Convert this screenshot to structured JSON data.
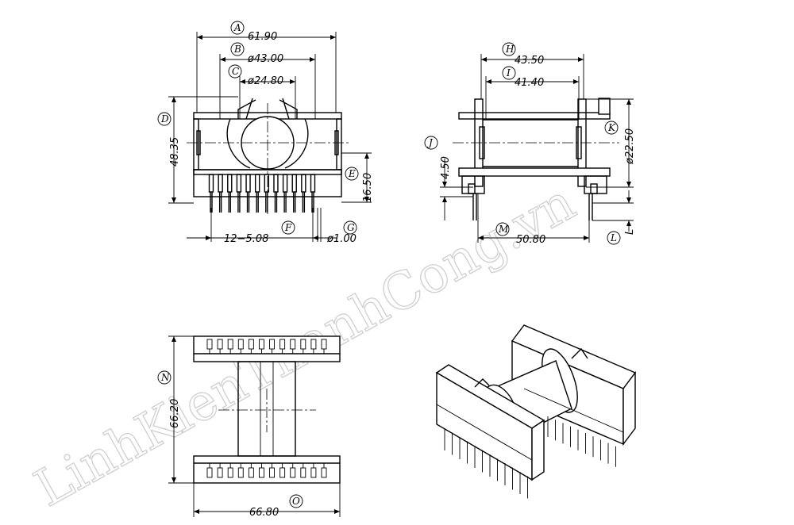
{
  "watermark": "LinhKienThanhCong.vn",
  "labels": {
    "A": "A",
    "B": "B",
    "C": "C",
    "D": "D",
    "E": "E",
    "F": "F",
    "G": "G",
    "H": "H",
    "I": "I",
    "J": "J",
    "K": "K",
    "L": "L",
    "M": "M",
    "N": "N",
    "O": "O"
  },
  "dims": {
    "A": "61.90",
    "B": "ø43.00",
    "C": "ø24.80",
    "D": "48.35",
    "E": "16.50",
    "F": "12−5.08",
    "G": "ø1.00",
    "H": "43.50",
    "I": "41.40",
    "J": "4.50",
    "K": "ø22.50",
    "L": "L",
    "M": "50.80",
    "N": "66.20",
    "O": "66.80"
  }
}
